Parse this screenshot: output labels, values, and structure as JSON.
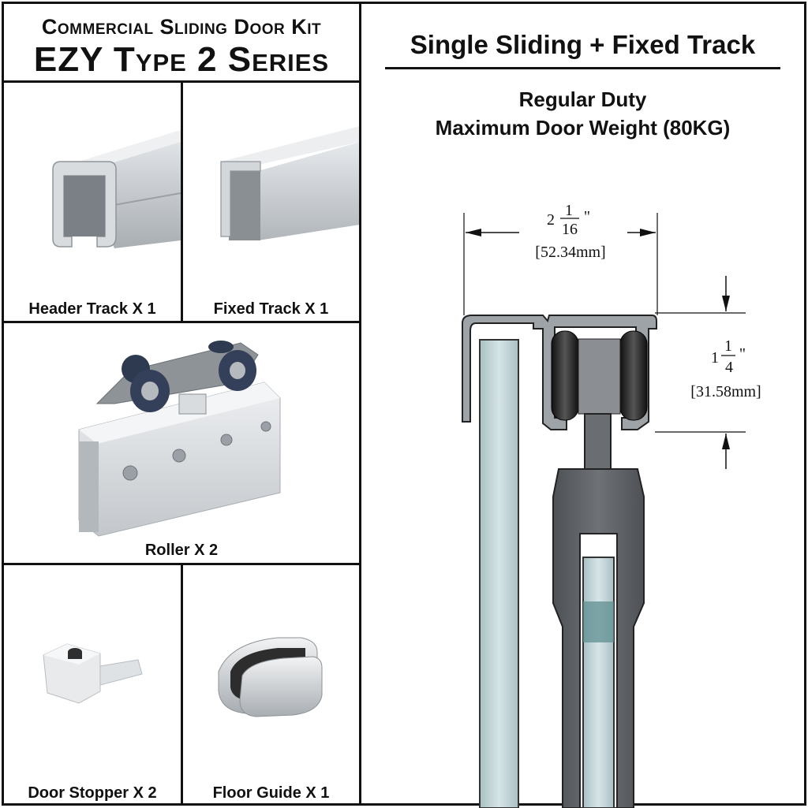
{
  "header": {
    "line1": "Commercial Sliding Door Kit",
    "line2": "EZY Type 2 Series"
  },
  "parts": {
    "header_track": "Header Track X 1",
    "fixed_track": "Fixed Track X 1",
    "roller": "Roller X 2",
    "door_stopper": "Door Stopper X 2",
    "floor_guide": "Floor Guide X 1"
  },
  "diagram": {
    "title": "Single Sliding + Fixed Track",
    "duty": "Regular Duty",
    "max_weight": "Maximum Door Weight (80KG)",
    "width_whole": "2",
    "width_num": "1",
    "width_den": "16",
    "width_mm": "[52.34mm]",
    "height_whole": "1",
    "height_num": "1",
    "height_den": "4",
    "height_mm": "[31.58mm]",
    "inch_mark": "\""
  },
  "colors": {
    "border": "#111111",
    "aluminium": "#c9cdd1",
    "dark_metal": "#5c5f63",
    "glass": "#bcd3d6"
  }
}
